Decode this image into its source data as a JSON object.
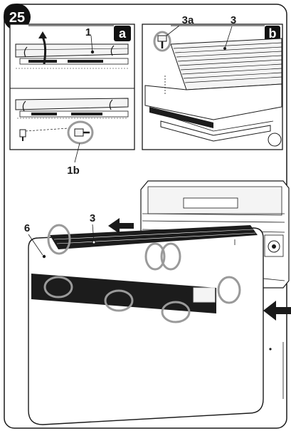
{
  "step_number": "25",
  "panel_a": {
    "badge": "a",
    "callout_top": "1",
    "callout_bottom": "1b"
  },
  "panel_b": {
    "badge": "b",
    "callout_screw": "3a",
    "callout_grille": "3"
  },
  "main_view": {
    "callout_unit": "6",
    "callout_grille": "3"
  },
  "colors": {
    "line": "#1a1a1a",
    "highlight_ring": "#9a9a9a",
    "fill_light": "#f4f4f4",
    "fill_dark": "#1c1c1c",
    "badge_bg": "#111111",
    "badge_text": "#ffffff"
  },
  "icons": {
    "insert_arrow": "arrow-left-icon",
    "release_arrow": "curved-arrow-icon",
    "screw": "screw-icon"
  }
}
